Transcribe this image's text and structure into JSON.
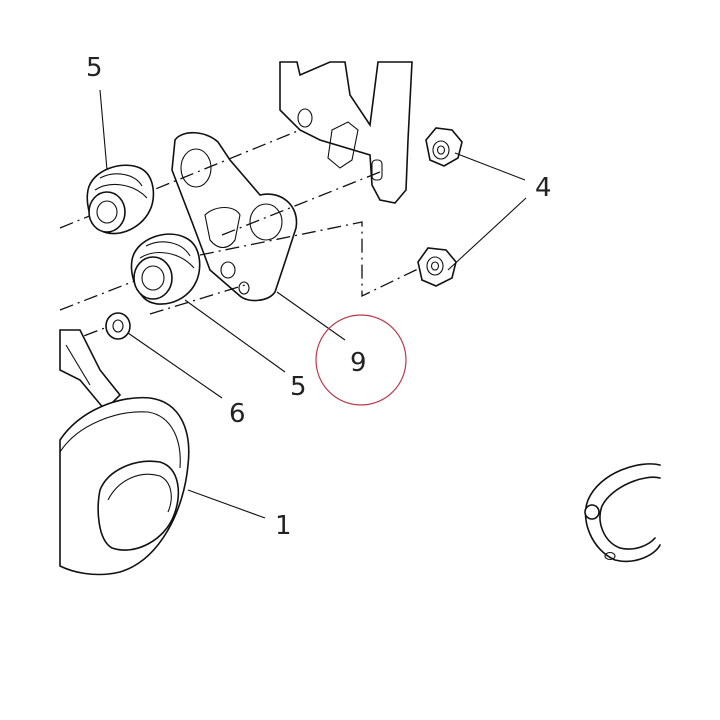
{
  "callouts": [
    {
      "id": "c5a",
      "text": "5"
    },
    {
      "id": "c4",
      "text": "4"
    },
    {
      "id": "c9",
      "text": "9"
    },
    {
      "id": "c5b",
      "text": "5"
    },
    {
      "id": "c6",
      "text": "6"
    },
    {
      "id": "c1",
      "text": "1"
    }
  ],
  "colors": {
    "line": "#111111",
    "highlight": "#b83a4b"
  }
}
